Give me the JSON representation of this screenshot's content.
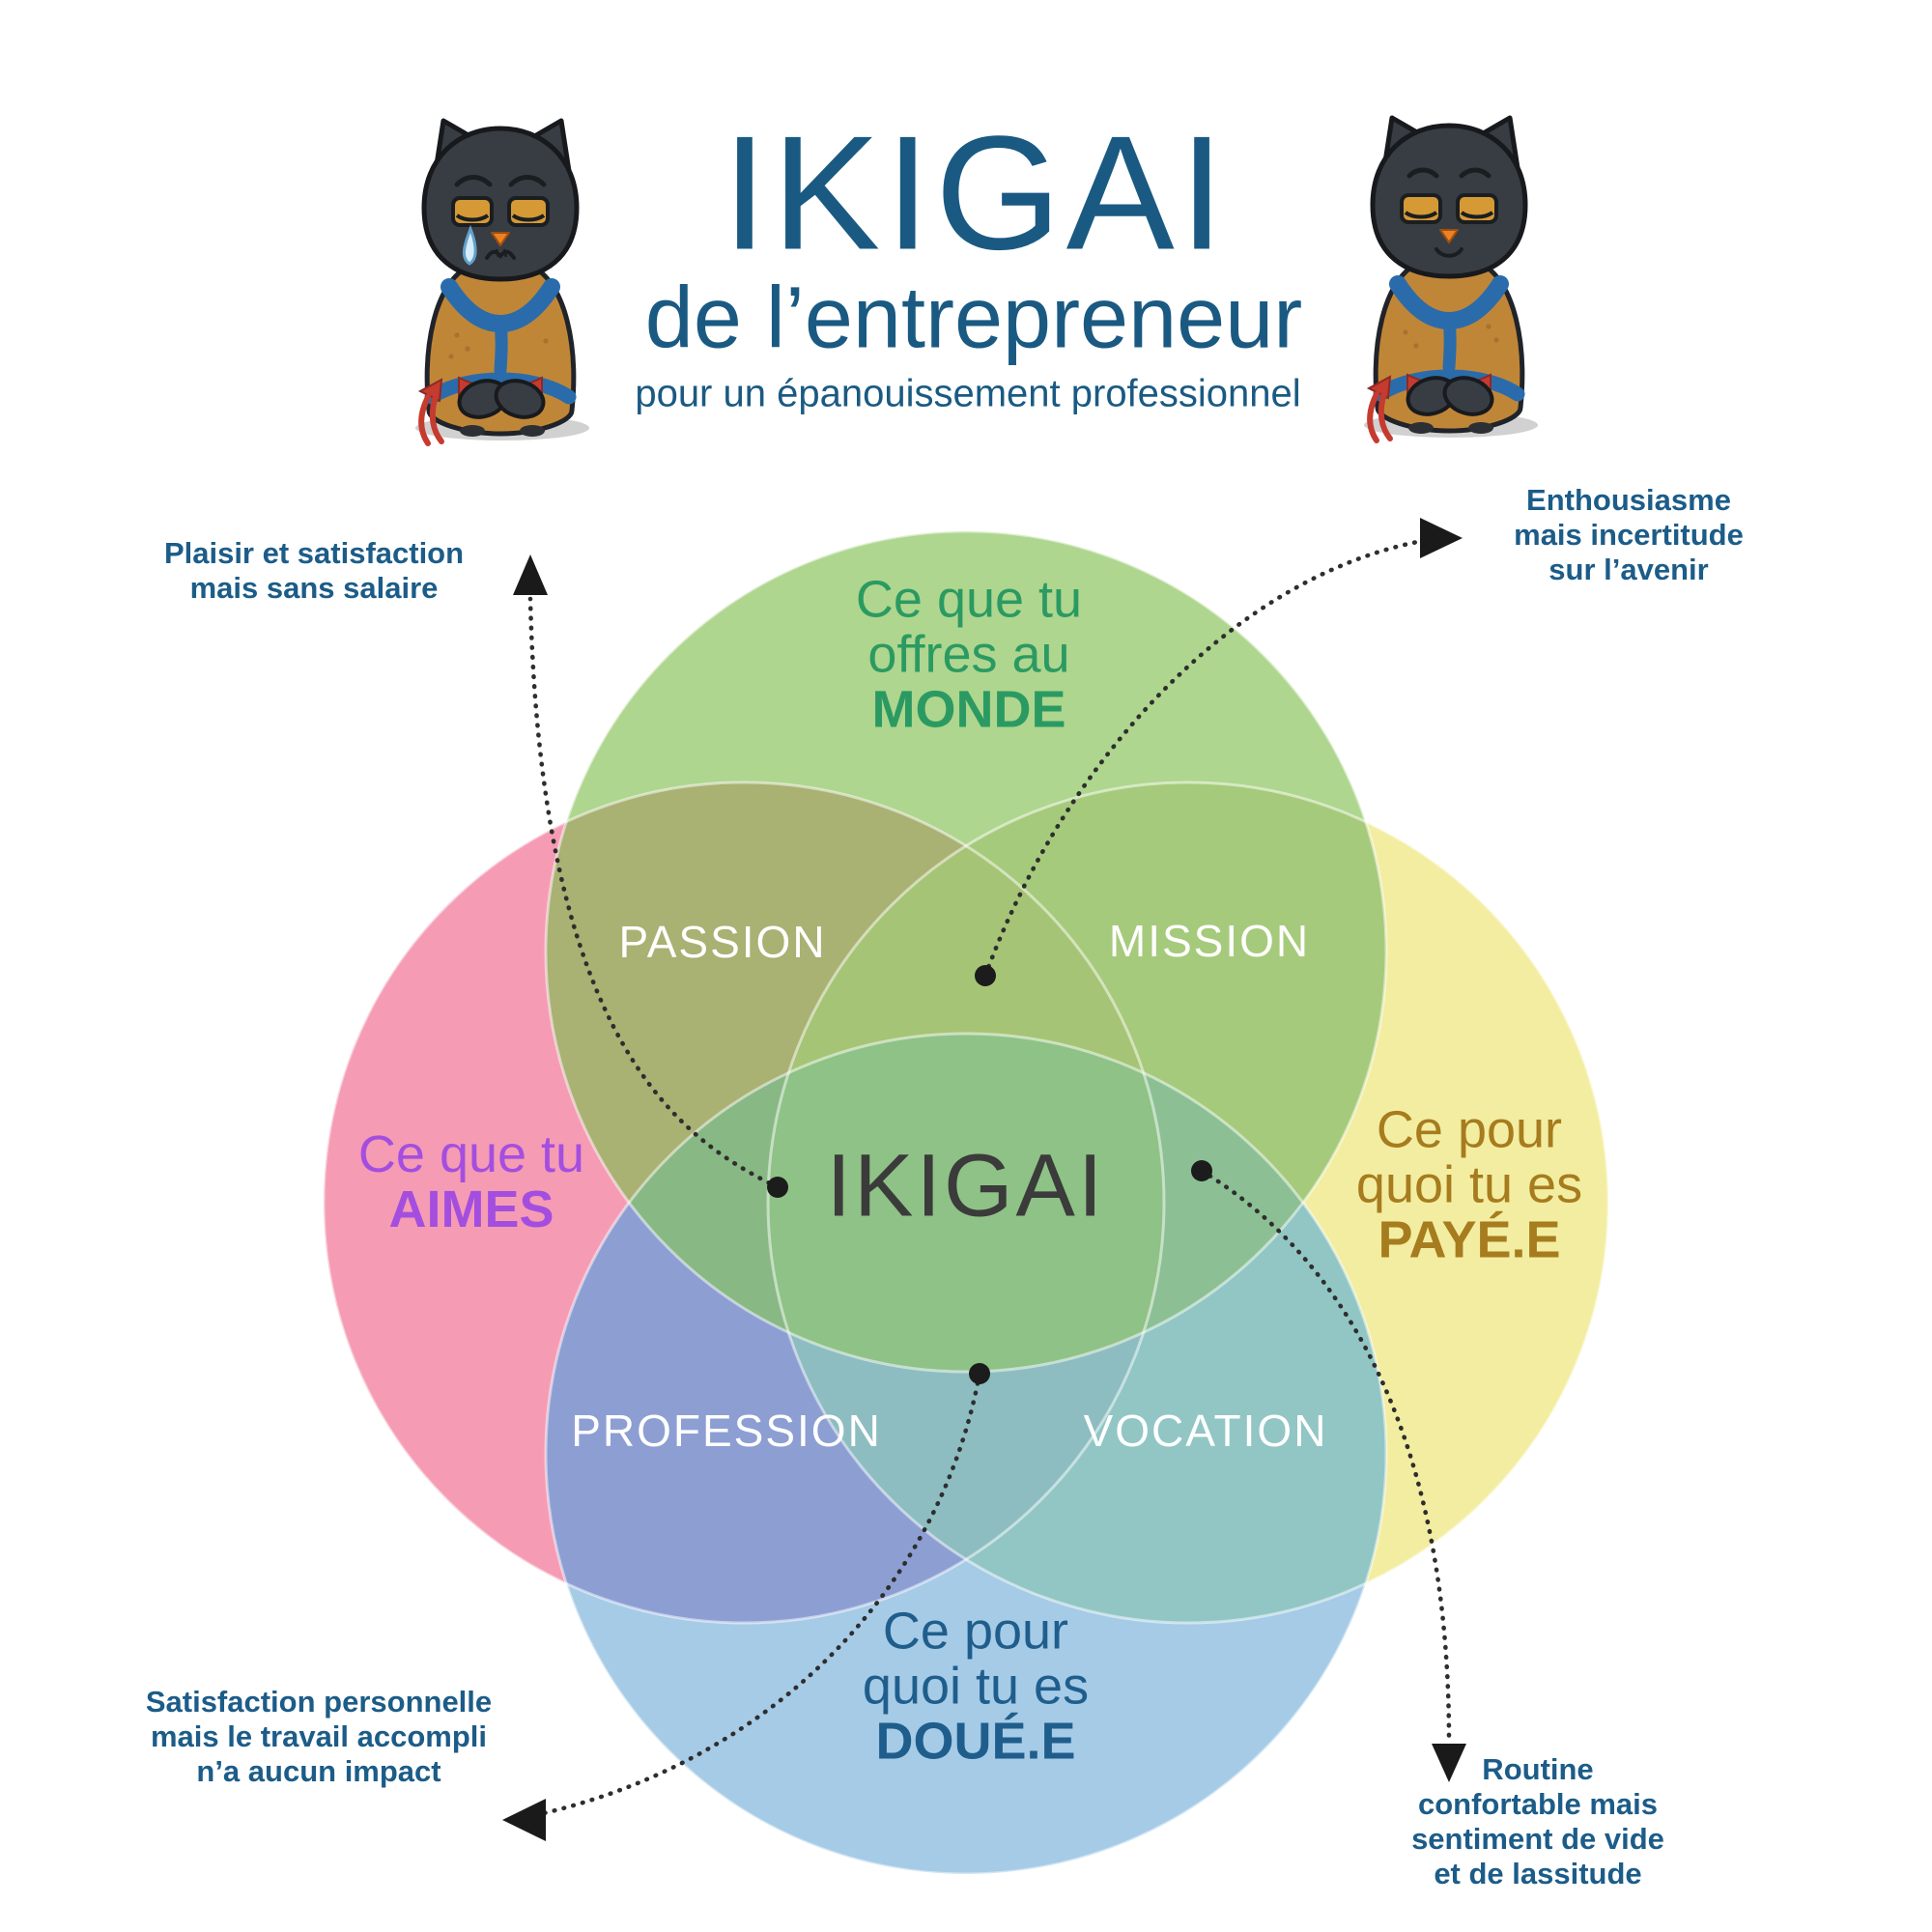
{
  "header": {
    "title": "IKIGAI",
    "subtitle": "de l’entrepreneur",
    "tagline": "pour un épanouissement professionnel",
    "title_color": "#1a5a82",
    "figures": {
      "left": "sad-cat",
      "right": "content-cat"
    }
  },
  "venn": {
    "outline_color": "#ffffff",
    "circles": {
      "monde": {
        "line1": "Ce que tu",
        "line2": "offres au",
        "emphasis": "MONDE",
        "fill": "#aed68e",
        "text_color": "#2b9a62"
      },
      "aimes": {
        "line1": "Ce que tu",
        "emphasis": "AIMES",
        "fill": "#f59cb4",
        "text_color": "#a44ee0"
      },
      "paye": {
        "line1": "Ce pour",
        "line2": "quoi tu es",
        "emphasis": "PAYÉ.E",
        "fill": "#f3eda1",
        "text_color": "#a67c1e"
      },
      "doue": {
        "line1": "Ce pour",
        "line2": "quoi tu es",
        "emphasis": "DOUÉ.E",
        "fill": "#a6cbe7",
        "text_color": "#1f5e8c"
      }
    },
    "overlaps": {
      "passion": {
        "label": "PASSION",
        "fill": "#a9b173"
      },
      "mission": {
        "label": "MISSION",
        "fill": "#a6ca7b"
      },
      "profession": {
        "label": "PROFESSION",
        "fill": "#8d9ed3"
      },
      "vocation": {
        "label": "VOCATION",
        "fill": "#91c6c5"
      },
      "top_lens": {
        "fill": "#a6c475"
      },
      "left_lens": {
        "fill": "#88b884"
      },
      "right_lens": {
        "fill": "#8cc094"
      },
      "bottom_lens": {
        "fill": "#8dbdc1"
      },
      "center": {
        "label": "IKIGAI",
        "fill": "#8fc286",
        "text_color": "#3b3b3b"
      }
    }
  },
  "annotations": {
    "text_color": "#1c5c88",
    "connector_color": "#2e2e2e",
    "top_left": {
      "lines": [
        "Plaisir et satisfaction",
        "mais sans salaire"
      ]
    },
    "top_right": {
      "lines": [
        "Enthousiasme",
        "mais incertitude",
        "sur l’avenir"
      ]
    },
    "bottom_left": {
      "lines": [
        "Satisfaction personnelle",
        "mais le travail accompli",
        "n’a aucun impact"
      ]
    },
    "bottom_right": {
      "lines": [
        "Routine",
        "confortable mais",
        "sentiment de vide",
        "et de lassitude"
      ]
    }
  }
}
